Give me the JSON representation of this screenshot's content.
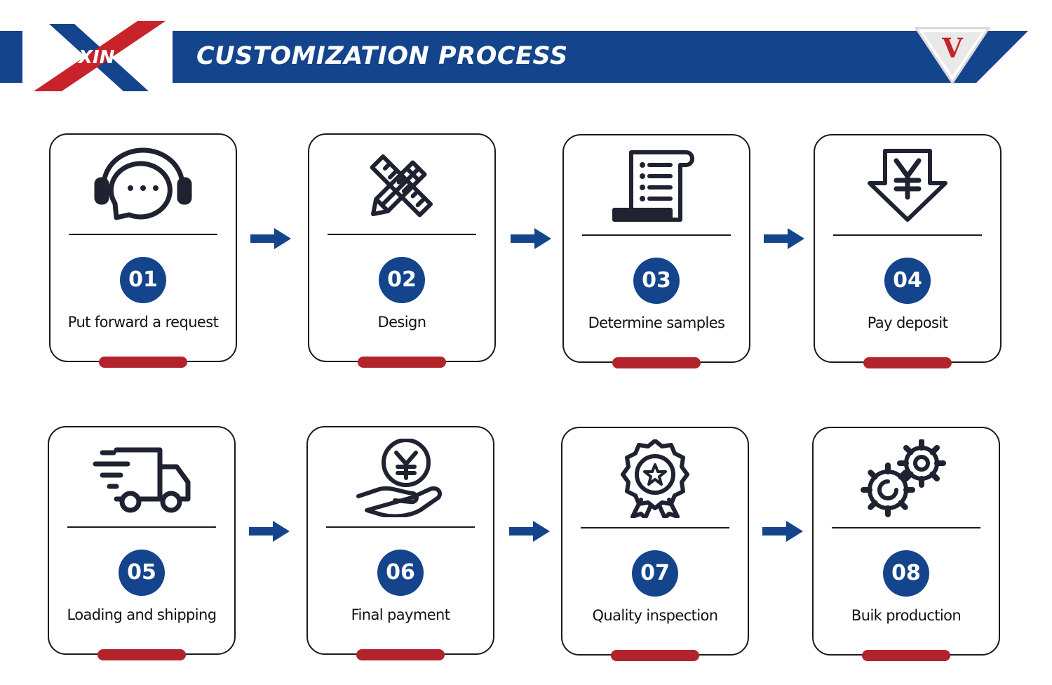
{
  "header": {
    "title": "CUSTOMIZATION PROCESS",
    "logo_text": "XIN",
    "badge_letter": "V",
    "colors": {
      "primary": "#13448c",
      "accent": "#b2232b"
    }
  },
  "steps": [
    {
      "number": "01",
      "label": "Put forward a request",
      "icon": "headset-chat-icon"
    },
    {
      "number": "02",
      "label": "Design",
      "icon": "pencil-ruler-icon"
    },
    {
      "number": "03",
      "label": "Determine samples",
      "icon": "list-scroll-icon"
    },
    {
      "number": "04",
      "label": "Pay deposit",
      "icon": "yen-down-arrow-icon"
    },
    {
      "number": "05",
      "label": "Loading and shipping",
      "icon": "delivery-truck-icon"
    },
    {
      "number": "06",
      "label": "Final payment",
      "icon": "yen-coin-hand-icon"
    },
    {
      "number": "07",
      "label": "Quality inspection",
      "icon": "award-badge-icon"
    },
    {
      "number": "08",
      "label": "Buik production",
      "icon": "gears-icon"
    }
  ]
}
